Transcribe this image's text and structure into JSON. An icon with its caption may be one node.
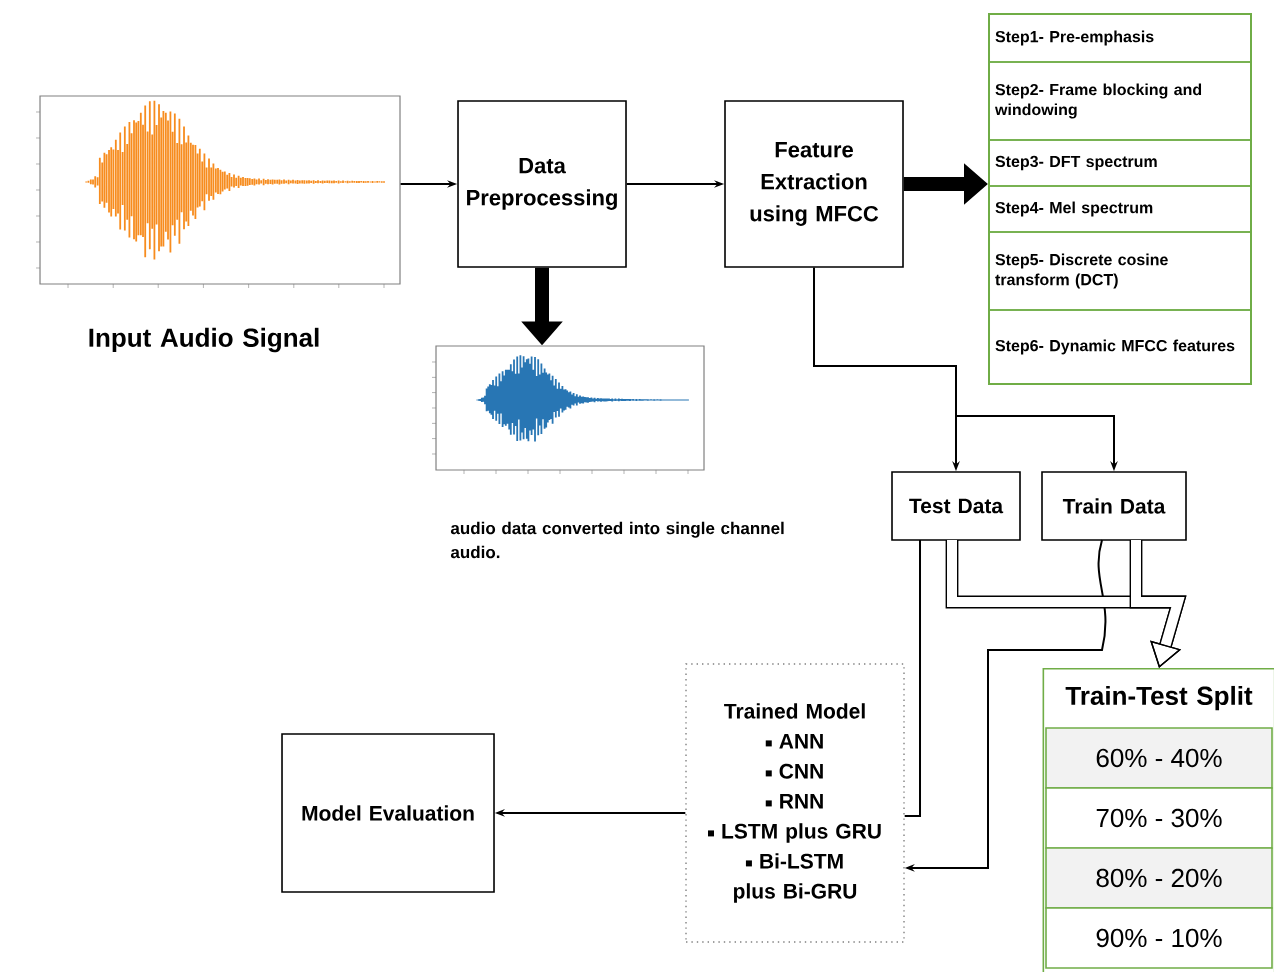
{
  "diagram": {
    "nodes": [
      {
        "text": [],
        "shape": "picture",
        "beside": [
          "Input Audio Signal"
        ]
      },
      {
        "text": [
          "Data Preprocessing"
        ]
      },
      {
        "text": [],
        "shape": "picture",
        "beside": [
          "audio data converted into single channel audio."
        ]
      },
      {
        "text": [
          "Feature Extraction using MFCC"
        ]
      },
      {
        "text": [],
        "shape": "box"
      },
      {
        "text": [
          "Step1- Pre-emphasis"
        ],
        "in": 4
      },
      {
        "text": [
          "Step2- Frame blocking and windowing"
        ],
        "in": 4
      },
      {
        "text": [
          "Step3- DFT spectrum"
        ],
        "in": 4
      },
      {
        "text": [
          "Step4- Mel spectrum"
        ],
        "in": 4
      },
      {
        "text": [
          "Step5- Discrete cosine transform (DCT)"
        ],
        "in": 4
      },
      {
        "text": [
          "Step6-  Dynamic MFCC features"
        ],
        "in": 4
      },
      {
        "text": [
          "Test Data"
        ]
      },
      {
        "text": [
          "Train Data"
        ]
      },
      {
        "text": [
          "Trained Model",
          "ANN",
          "CNN",
          "RNN",
          "LSTM plus GRU",
          "Bi-LSTM plus Bi-GRU"
        ]
      },
      {
        "text": [
          "Model Evaluation"
        ]
      },
      {
        "text": [
          "Train-Test Split"
        ]
      },
      {
        "text": [
          "60% - 40%"
        ],
        "in": 15
      },
      {
        "text": [
          "70% - 30%"
        ],
        "in": 15
      },
      {
        "text": [
          "80% - 20%"
        ],
        "in": 15
      },
      {
        "text": [
          "90% - 10%"
        ],
        "in": 15
      }
    ],
    "edges": [
      {
        "from": 0,
        "to": 1,
        "arrow": "to"
      },
      {
        "from": 1,
        "to": 2,
        "arrow": "to",
        "style": "thick"
      },
      {
        "from": 1,
        "to": 3,
        "arrow": "to"
      },
      {
        "from": 3,
        "to": 4,
        "arrow": "to",
        "style": "thick"
      },
      {
        "from": 3,
        "to": 11,
        "arrow": "to"
      },
      {
        "from": 3,
        "to": 12,
        "arrow": "to"
      },
      {
        "from": 11,
        "to": 13,
        "arrow": "none"
      },
      {
        "from": 12,
        "to": 13,
        "arrow": "to"
      },
      {
        "from": 11,
        "to": 15,
        "arrow": "to",
        "style": "thick"
      },
      {
        "from": 12,
        "to": 15,
        "arrow": "to",
        "style": "thick"
      },
      {
        "from": 13,
        "to": 14,
        "arrow": "to"
      }
    ]
  }
}
